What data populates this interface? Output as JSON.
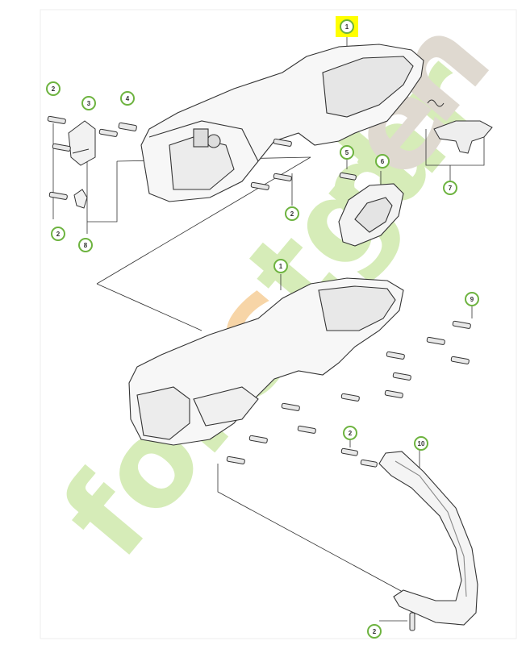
{
  "diagram": {
    "callouts": [
      {
        "id": "c1-top",
        "label": "1",
        "highlighted": true
      },
      {
        "id": "c2-a",
        "label": "2"
      },
      {
        "id": "c3",
        "label": "3"
      },
      {
        "id": "c4",
        "label": "4"
      },
      {
        "id": "c2-b",
        "label": "2"
      },
      {
        "id": "c8",
        "label": "8"
      },
      {
        "id": "c2-c",
        "label": "2"
      },
      {
        "id": "c5",
        "label": "5"
      },
      {
        "id": "c6",
        "label": "6"
      },
      {
        "id": "c7",
        "label": "7"
      },
      {
        "id": "c1-mid",
        "label": "1"
      },
      {
        "id": "c9",
        "label": "9"
      },
      {
        "id": "c2-d",
        "label": "2"
      },
      {
        "id": "c10",
        "label": "10"
      },
      {
        "id": "c2-e",
        "label": "2"
      }
    ],
    "watermark": {
      "text": "forestgarden.com",
      "color_green": "#c8e6a0",
      "color_orange": "#f5c78a",
      "color_gray": "#d4ccc0"
    },
    "colors": {
      "callout_ring": "#6db33f",
      "highlight": "#ffff00",
      "line": "#333333"
    }
  }
}
